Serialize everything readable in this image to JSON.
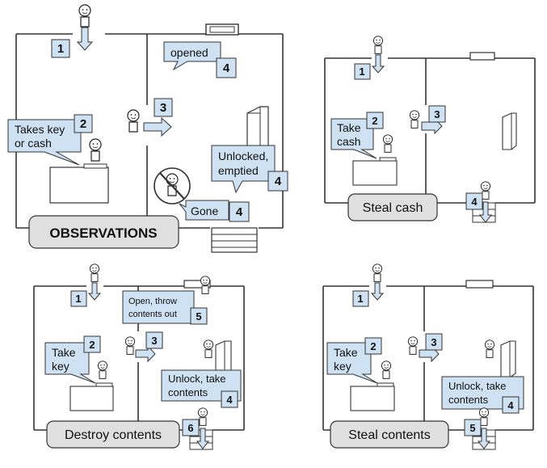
{
  "panels": [
    {
      "label": "OBSERVATIONS",
      "bubbles": {
        "desk": "Takes key or cash",
        "desk_lines": [
          "Takes key",
          "or cash"
        ],
        "window": "opened",
        "safe": "Unlocked, emptied",
        "safe_lines": [
          "Unlocked,",
          "emptied"
        ],
        "person": "Gone"
      },
      "steps": {
        "enter": "1",
        "desk": "2",
        "move": "3",
        "window": "4",
        "safe": "4",
        "person": "4"
      }
    },
    {
      "label": "Steal cash",
      "bubbles": {
        "desk": "Take cash",
        "desk_lines": [
          "Take",
          "cash"
        ]
      },
      "steps": {
        "enter": "1",
        "desk": "2",
        "move": "3",
        "exit": "4"
      }
    },
    {
      "label": "Destroy contents",
      "bubbles": {
        "desk": "Take key",
        "desk_lines": [
          "Take",
          "key"
        ],
        "window": "Open, throw contents out",
        "window_lines": [
          "Open, throw",
          "contents out"
        ],
        "safe": "Unlock, take contents",
        "safe_lines": [
          "Unlock, take",
          "contents"
        ]
      },
      "steps": {
        "enter": "1",
        "desk": "2",
        "move": "3",
        "safe": "4",
        "window": "5",
        "exit": "6"
      }
    },
    {
      "label": "Steal contents",
      "bubbles": {
        "desk": "Take key",
        "desk_lines": [
          "Take",
          "key"
        ],
        "safe": "Unlock, take contents",
        "safe_lines": [
          "Unlock, take",
          "contents"
        ]
      },
      "steps": {
        "enter": "1",
        "desk": "2",
        "move": "3",
        "safe": "4",
        "exit": "5"
      }
    }
  ],
  "colors": {
    "bubble": "#cfe2f3",
    "label": "#e0e0e0",
    "stroke": "#333333"
  },
  "icons": [
    "person-icon",
    "down-arrow-icon",
    "right-arrow-icon",
    "no-person-icon",
    "desk-icon",
    "safe-icon",
    "window-icon",
    "stairs-icon"
  ]
}
